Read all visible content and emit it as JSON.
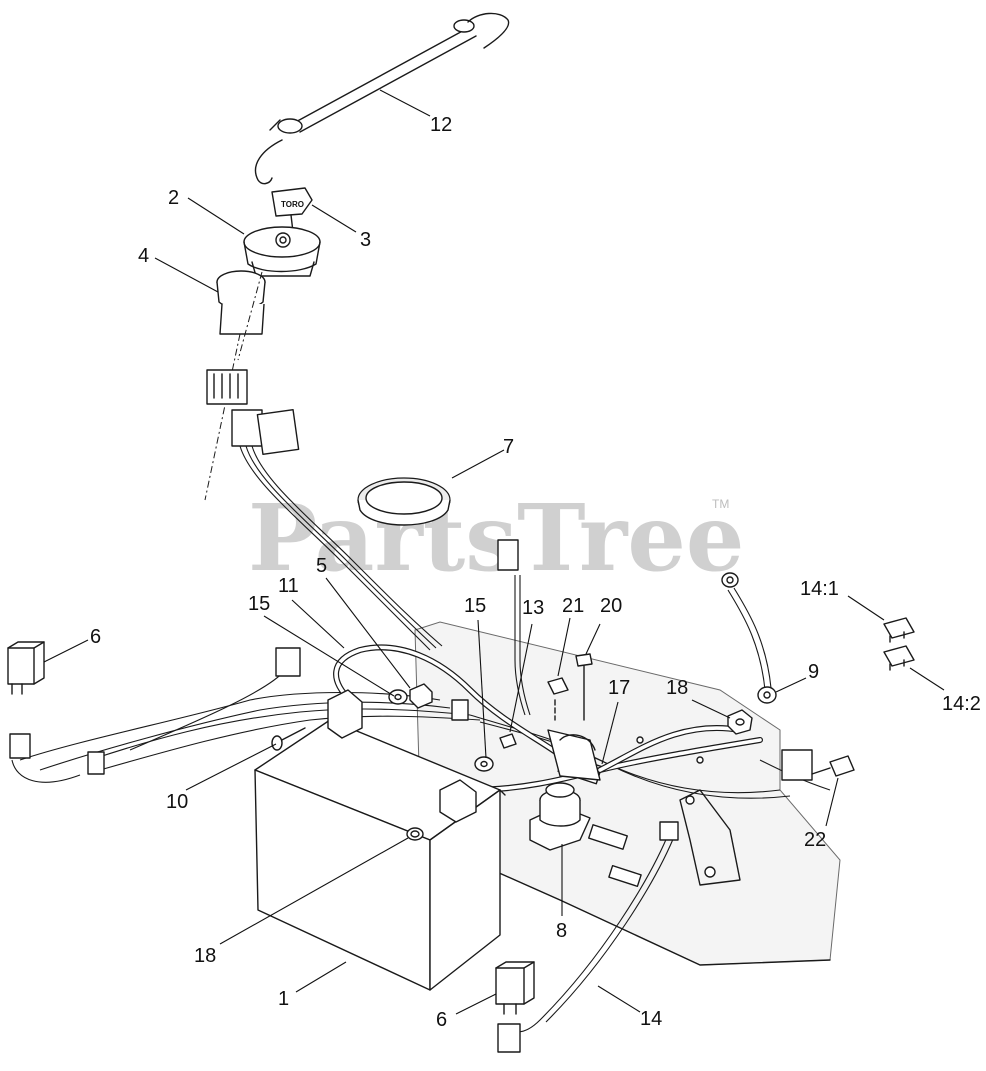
{
  "watermark": {
    "text": "PartsTree",
    "trademark": "TM"
  },
  "key_tag_text": "TORO",
  "callouts": [
    {
      "id": "c12",
      "text": "12"
    },
    {
      "id": "c2",
      "text": "2"
    },
    {
      "id": "c3",
      "text": "3"
    },
    {
      "id": "c4",
      "text": "4"
    },
    {
      "id": "c7",
      "text": "7"
    },
    {
      "id": "c5",
      "text": "5"
    },
    {
      "id": "c11",
      "text": "11"
    },
    {
      "id": "c15a",
      "text": "15"
    },
    {
      "id": "c6a",
      "text": "6"
    },
    {
      "id": "c15b",
      "text": "15"
    },
    {
      "id": "c13",
      "text": "13"
    },
    {
      "id": "c21",
      "text": "21"
    },
    {
      "id": "c20",
      "text": "20"
    },
    {
      "id": "c17",
      "text": "17"
    },
    {
      "id": "c14_1",
      "text": "14:1"
    },
    {
      "id": "c14_2",
      "text": "14:2"
    },
    {
      "id": "c9",
      "text": "9"
    },
    {
      "id": "c18a",
      "text": "18"
    },
    {
      "id": "c10",
      "text": "10"
    },
    {
      "id": "c22",
      "text": "22"
    },
    {
      "id": "c8",
      "text": "8"
    },
    {
      "id": "c18b",
      "text": "18"
    },
    {
      "id": "c1",
      "text": "1"
    },
    {
      "id": "c6b",
      "text": "6"
    },
    {
      "id": "c14",
      "text": "14"
    }
  ]
}
